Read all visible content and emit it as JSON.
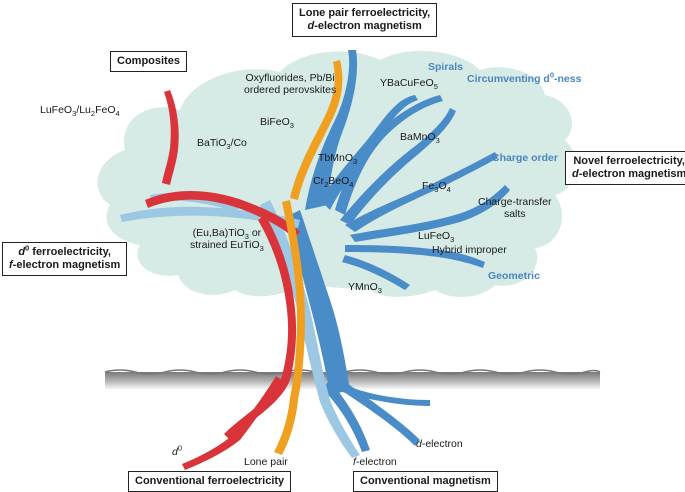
{
  "boxes": {
    "top_l1": "Lone pair ferroelectricity,",
    "top_l2_italic": "d",
    "top_l2_rest": "-electron magnetism",
    "composites": "Composites",
    "novel_l1": "Novel ferroelectricity,",
    "novel_l2_italic": "d",
    "novel_l2_rest": "-electron magnetism",
    "d0_l1_italic": "d",
    "d0_l1_sup": "0",
    "d0_l1_rest": " ferroelectricity,",
    "d0_l2_italic": "f",
    "d0_l2_rest": "-electron magnetism",
    "conv_ferro": "Conventional ferroelectricity",
    "conv_mag": "Conventional magnetism"
  },
  "categories": {
    "spirals": "Spirals",
    "circumventing": "Circumventing d",
    "circumventing_sup": "0",
    "circumventing_rest": "-ness",
    "charge_order": "Charge order",
    "geometric": "Geometric"
  },
  "materials": {
    "lufeo3_lu2feo4": {
      "a": "LuFeO",
      "b": "3",
      "c": "/Lu",
      "d": "2",
      "e": "FeO",
      "f": "4"
    },
    "oxyfluorides_l1": "Oxyfluorides, Pb/Bi",
    "oxyfluorides_l2": "ordered perovskites",
    "ybacufeo5": {
      "a": "YBaCuFeO",
      "b": "5"
    },
    "bifeo3": {
      "a": "BiFeO",
      "b": "3"
    },
    "batio3_co": {
      "a": "BaTiO",
      "b": "3",
      "c": "/Co"
    },
    "tbmno3": {
      "a": "TbMnO",
      "b": "3"
    },
    "bamno3": {
      "a": "BaMnO",
      "b": "3"
    },
    "cr2beo4": {
      "a": "Cr",
      "b": "2",
      "c": "BeO",
      "d": "4"
    },
    "fe3o4": {
      "a": "Fe",
      "b": "3",
      "c": "O",
      "d": "4"
    },
    "charge_transfer_l1": "Charge-transfer",
    "charge_transfer_l2": "salts",
    "eubatio3_l1": "(Eu,Ba)TiO",
    "eubatio3_l1_sub": "3",
    "eubatio3_l1_rest": " or",
    "eubatio3_l2": "strained EuTiO",
    "eubatio3_l2_sub": "3",
    "lufeo3": {
      "a": "LuFeO",
      "b": "3"
    },
    "hybrid_improper": "Hybrid improper",
    "ymno3": {
      "a": "YMnO",
      "b": "3"
    }
  },
  "roots": {
    "d0_italic": "d",
    "d0_sup": "0",
    "lone_pair": "Lone pair",
    "f_electron_italic": "f",
    "f_electron_rest": "-electron",
    "d_electron_italic": "d",
    "d_electron_rest": "-electron"
  },
  "colors": {
    "canopy": "#d6eae6",
    "red_branch": "#d8343a",
    "orange_branch": "#f0a020",
    "blue_branch": "#4a8cc8",
    "light_blue_branch": "#9cc8e4",
    "ground": "#9a9a9a",
    "category_text": "#4a86c0"
  }
}
